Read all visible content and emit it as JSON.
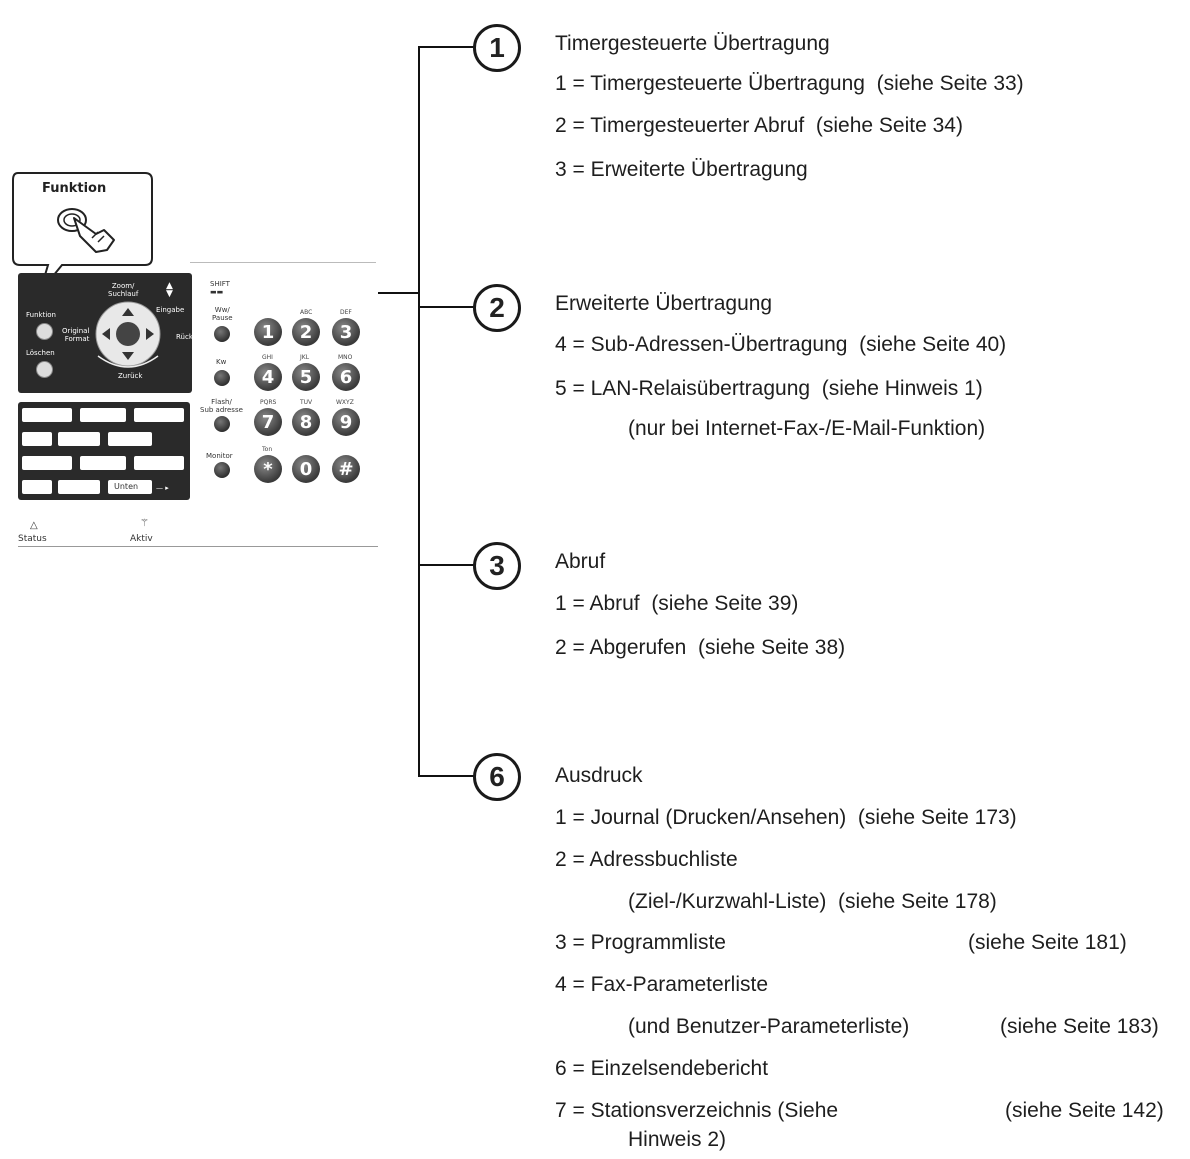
{
  "callout": {
    "label": "Funktion"
  },
  "panel": {
    "zoom_label": "Zoom/\nSuchlauf",
    "funktion": "Funktion",
    "loeschen": "Löschen",
    "original_format": "Original\nFormat",
    "eingabe": "Eingabe",
    "zurueck": "Zurück",
    "wahlpause": "Ww/\nPause",
    "kw": "Kw",
    "flash": "Flash/\nSub adresse",
    "monitor": "Monitor",
    "ton": "Ton",
    "unten": "Unten",
    "status": "Status",
    "aktiv": "Aktiv",
    "keys": [
      "1",
      "2",
      "3",
      "4",
      "5",
      "6",
      "7",
      "8",
      "9",
      "*",
      "0",
      "#"
    ],
    "letters": [
      "ABC",
      "DEF",
      "GHI",
      "JKL",
      "MNO",
      "PQRS",
      "TUV",
      "WXYZ"
    ]
  },
  "sections": [
    {
      "number": "1",
      "title": "Timergesteuerte Übertragung",
      "items": [
        {
          "text": "1 = Timergesteuerte Übertragung  (siehe Seite 33)"
        },
        {
          "text": "2 = Timergesteuerter Abruf  (siehe Seite 34)"
        },
        {
          "text": "3 = Erweiterte Übertragung"
        }
      ]
    },
    {
      "number": "2",
      "title": "Erweiterte Übertragung",
      "items": [
        {
          "text": "4 = Sub-Adressen-Übertragung  (siehe Seite 40)"
        },
        {
          "text": "5 = LAN-Relaisübertragung  (siehe Hinweis 1)"
        },
        {
          "text": "(nur bei Internet-Fax-/E-Mail-Funktion)"
        }
      ]
    },
    {
      "number": "3",
      "title": "Abruf",
      "items": [
        {
          "text": "1 = Abruf  (siehe Seite 39)"
        },
        {
          "text": "2 = Abgerufen  (siehe Seite 38)"
        }
      ]
    },
    {
      "number": "6",
      "title": "Ausdruck",
      "items": [
        {
          "text": "1 = Journal (Drucken/Ansehen)  (siehe Seite 173)"
        },
        {
          "text": "2 = Adressbuchliste"
        },
        {
          "text": "(Ziel-/Kurzwahl-Liste)  (siehe Seite 178)"
        },
        {
          "text": "3 = Programmliste",
          "ref": "(siehe Seite 181)"
        },
        {
          "text": "4 = Fax-Parameterliste"
        },
        {
          "text": "(und Benutzer-Parameterliste)",
          "ref": "(siehe Seite 183)"
        },
        {
          "text": "6 = Einzelsendebericht"
        },
        {
          "text": "7 = Stationsverzeichnis (Siehe",
          "ref": "(siehe Seite 142)"
        },
        {
          "text": "Hinweis 2)"
        }
      ]
    }
  ]
}
